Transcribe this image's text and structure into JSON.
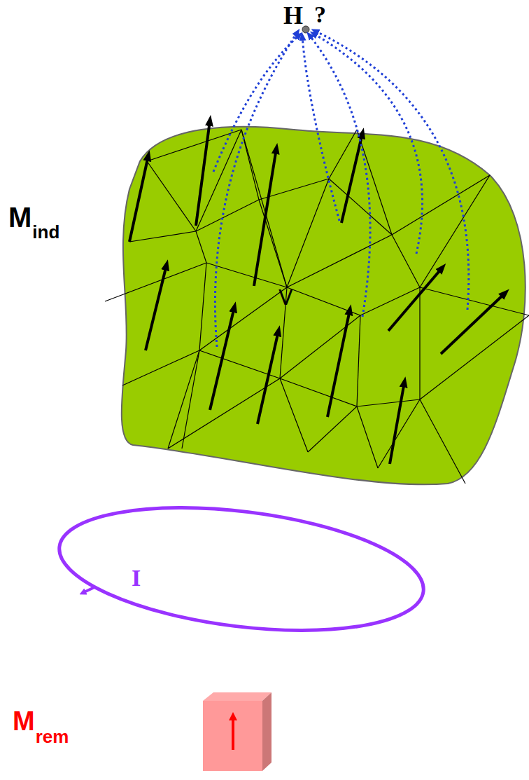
{
  "diagram": {
    "nodes": [
      {
        "text": [
          "V"
        ]
      }
    ],
    "labels": [
      "H",
      "?",
      "M",
      "ind",
      "I",
      "M",
      "rem"
    ]
  }
}
